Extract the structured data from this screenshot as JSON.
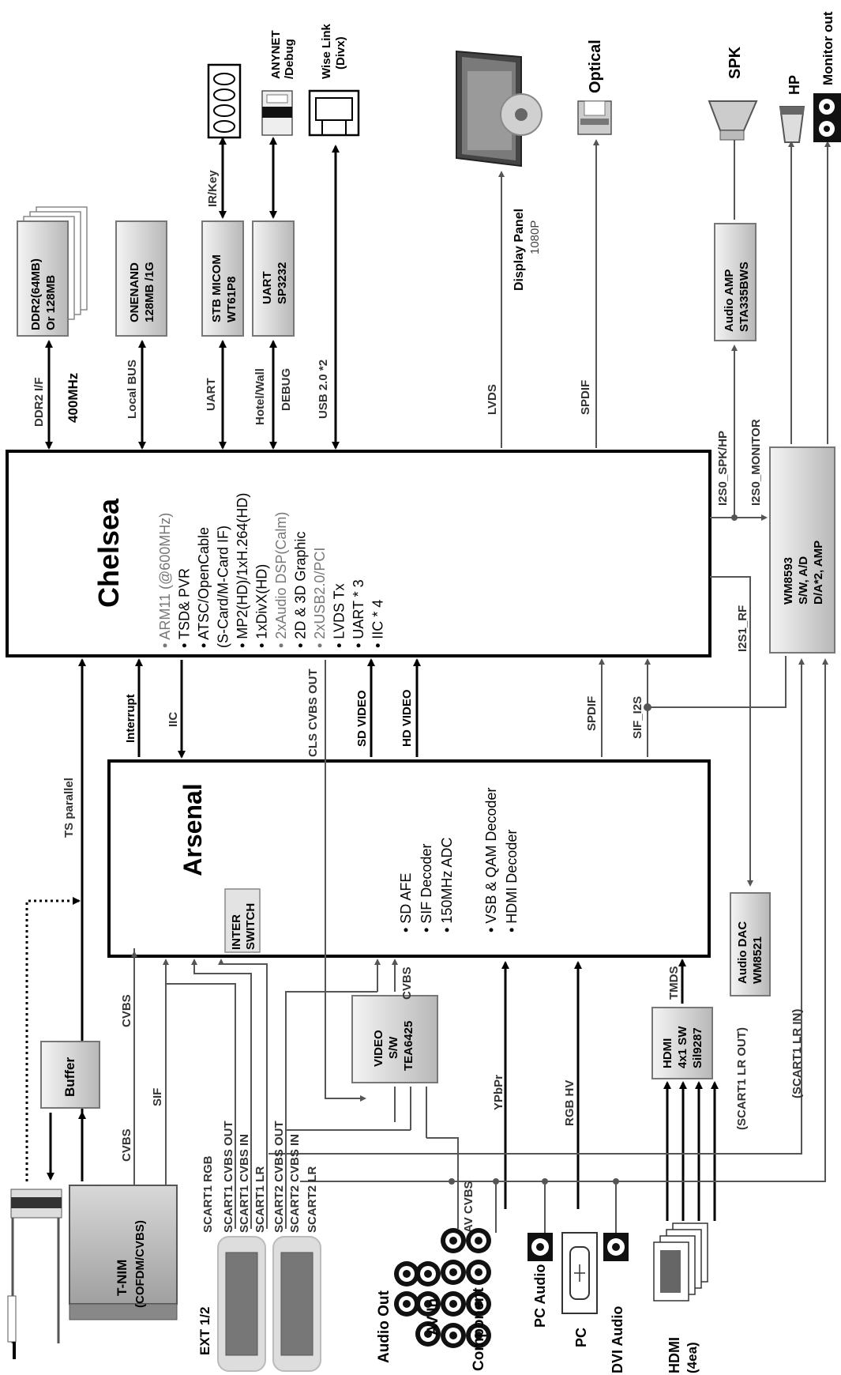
{
  "chelsea": {
    "title": "Chelsea",
    "features": [
      "ARM11 (@600MHz)",
      "TSD& PVR",
      "ATSC/OpenCable",
      "(S-Card/M-Card IF)",
      "MP2(HD)/1xH.264(HD)",
      "1xDivX(HD)",
      "2xAudio DSP(Calm)",
      "2D & 3D Graphic",
      "2xUSB2.0/PCI",
      "LVDS Tx",
      "UART * 3",
      "IIC * 4"
    ]
  },
  "arsenal": {
    "title": "Arsenal",
    "inter_switch": "INTER\nSWITCH",
    "features": [
      "SD AFE",
      "SIF Decoder",
      "150MHz ADC",
      "VSB & QAM Decoder",
      "HDMI Decoder"
    ]
  },
  "top_blocks": {
    "ddr": [
      "DDR2(64MB)",
      "Or 128MB"
    ],
    "onenand": [
      "ONENAND",
      "128MB /1G"
    ],
    "micom": [
      "STB MICOM",
      "WT61P8"
    ],
    "uart": [
      "UART",
      "SP3232"
    ],
    "audio_amp": [
      "Audio AMP",
      "STA335BWS"
    ],
    "wm8593": [
      "WM8593",
      "S/W, A/D",
      "D/A*2, AMP"
    ]
  },
  "bus_labels": {
    "ddr_if": "DDR2 I/F",
    "mhz": "400MHz",
    "local_bus": "Local BUS",
    "uart": "UART",
    "hotel": "Hotel/Wall",
    "debug": "DEBUG",
    "usb": "USB 2.0 *2",
    "lvds": "LVDS",
    "spdif_top": "SPDIF",
    "i2s0_spk": "I2S0_SPK/HP",
    "i2s0_mon": "I2S0_MONITOR",
    "ir_key": "IR/Key",
    "display_panel": "Display Panel",
    "display_res": "1080P"
  },
  "peripherals": {
    "anynet": [
      "ANYNET",
      "/Debug"
    ],
    "wiselink": [
      "Wise Link",
      "(Divx)"
    ],
    "optical": "Optical",
    "spk": "SPK",
    "hp": "HP",
    "monitor_out": "Monitor out"
  },
  "middle_labels": {
    "ts_parallel": "TS parallel",
    "interrupt": "Interrupt",
    "iic": "IIC",
    "cls_cvbs_out": "CLS CVBS OUT",
    "sd_video": "SD VIDEO",
    "hd_video": "HD VIDEO",
    "spdif": "SPDIF",
    "sif_i2s": "SIF_I2S",
    "i2s1_rf": "I2S1_RF"
  },
  "lower": {
    "buffer": "Buffer",
    "tnim": [
      "T-NIM",
      "(COFDM/CVBS)"
    ],
    "video_sw": [
      "VIDEO",
      "S/W",
      "TEA6425"
    ],
    "hdmi_sw": [
      "HDMI",
      "4x1 SW",
      "Sil9287"
    ],
    "audio_dac": [
      "Audio DAC",
      "WM8521"
    ],
    "cvbs_left": "CVBS",
    "sif": "SIF",
    "cvbs_tuner": "CVBS",
    "cvbs_vs": "CVBS",
    "ypbpr": "YPbPr",
    "rgb_hv": "RGB HV",
    "tmds": "TMDS",
    "scart1_lr_out": "(SCART1 LR OUT)",
    "scart1_lr_in": "(SCART1 LR IN)",
    "scart_labels": [
      "SCART1 RGB",
      "SCART1 CVBS OUT",
      "SCART1 CVBS IN",
      "SCART1 LR",
      "SCART2 CVBS OUT",
      "SCART2 CVBS IN",
      "SCART2 LR"
    ],
    "av_cvbs": "AV CVBS"
  },
  "bottom_labels": {
    "ext": "EXT 1/2",
    "audio_out": "Audio Out",
    "av_in": "AV In",
    "component": "Component",
    "pc_audio": "PC Audio",
    "pc": "PC",
    "dvi_audio": "DVI Audio",
    "hdmi": "HDMI",
    "hdmi_count": "(4ea)"
  }
}
